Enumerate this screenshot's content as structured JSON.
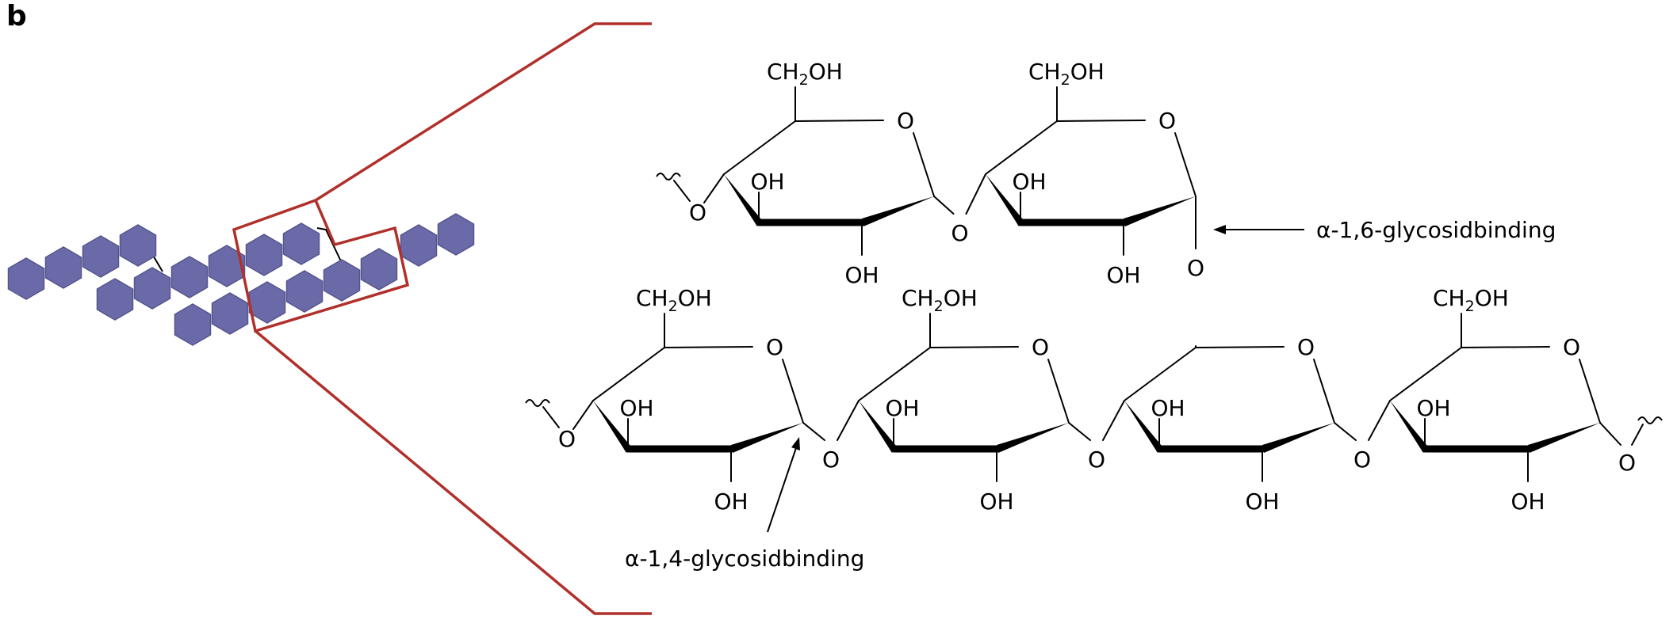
{
  "panel_label": "b",
  "colors": {
    "hexagon_fill": "#6a6aa8",
    "hexagon_stroke": "#55558e",
    "zoom_outline": "#b0302b",
    "bond": "#000000"
  },
  "bond_labels": {
    "alpha_1_6": "α-1,6-glycosidbinding",
    "alpha_1_4": "α-1,4-glycosidbinding"
  },
  "atoms": {
    "ring_oxygen": "O",
    "bridge_oxygen": "O",
    "hydroxyl": "OH",
    "ch2oh_prefix": "CH",
    "ch2oh_subscript": "2",
    "ch2oh_suffix": "OH"
  }
}
